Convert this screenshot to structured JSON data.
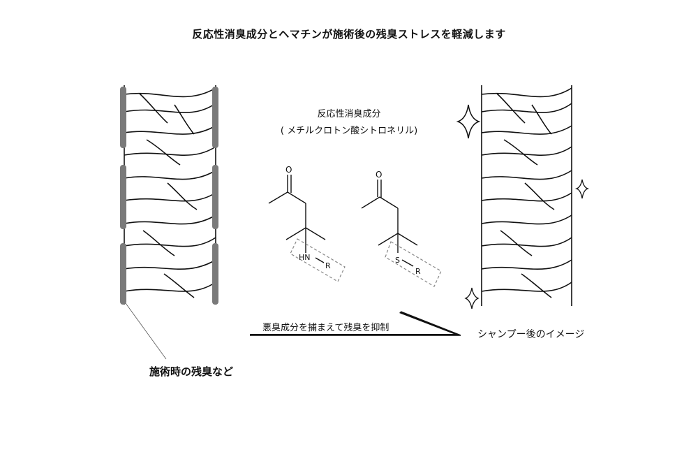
{
  "title": "反応性消臭成分とヘマチンが施術後の残臭ストレスを軽減します",
  "ingredient": {
    "name": "反応性消臭成分",
    "sub": "( メチルクロトン酸シトロネリル)"
  },
  "molecule_left": {
    "oxygen": "O",
    "group": "HN",
    "r": "R"
  },
  "molecule_right": {
    "oxygen": "O",
    "group": "S",
    "r": "R"
  },
  "arrow_caption": "悪臭成分を捕まえて残臭を抑制",
  "left_label": "施術時の残臭など",
  "right_label": "シャンプー後のイメージ"
}
